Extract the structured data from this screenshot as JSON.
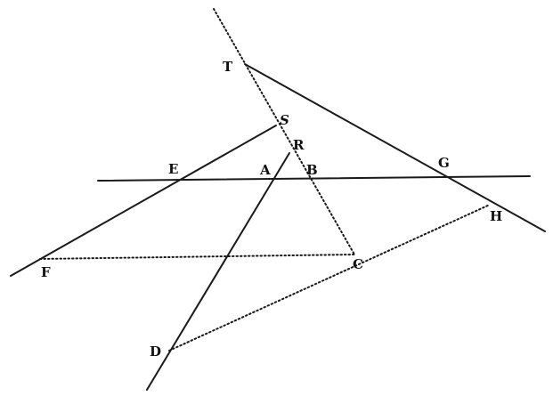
{
  "points": {
    "T": "T",
    "S": "S",
    "R": "R",
    "E": "E",
    "A": "A",
    "B": "B",
    "G": "G",
    "H": "H",
    "F": "F",
    "C": "C",
    "D": "D"
  }
}
